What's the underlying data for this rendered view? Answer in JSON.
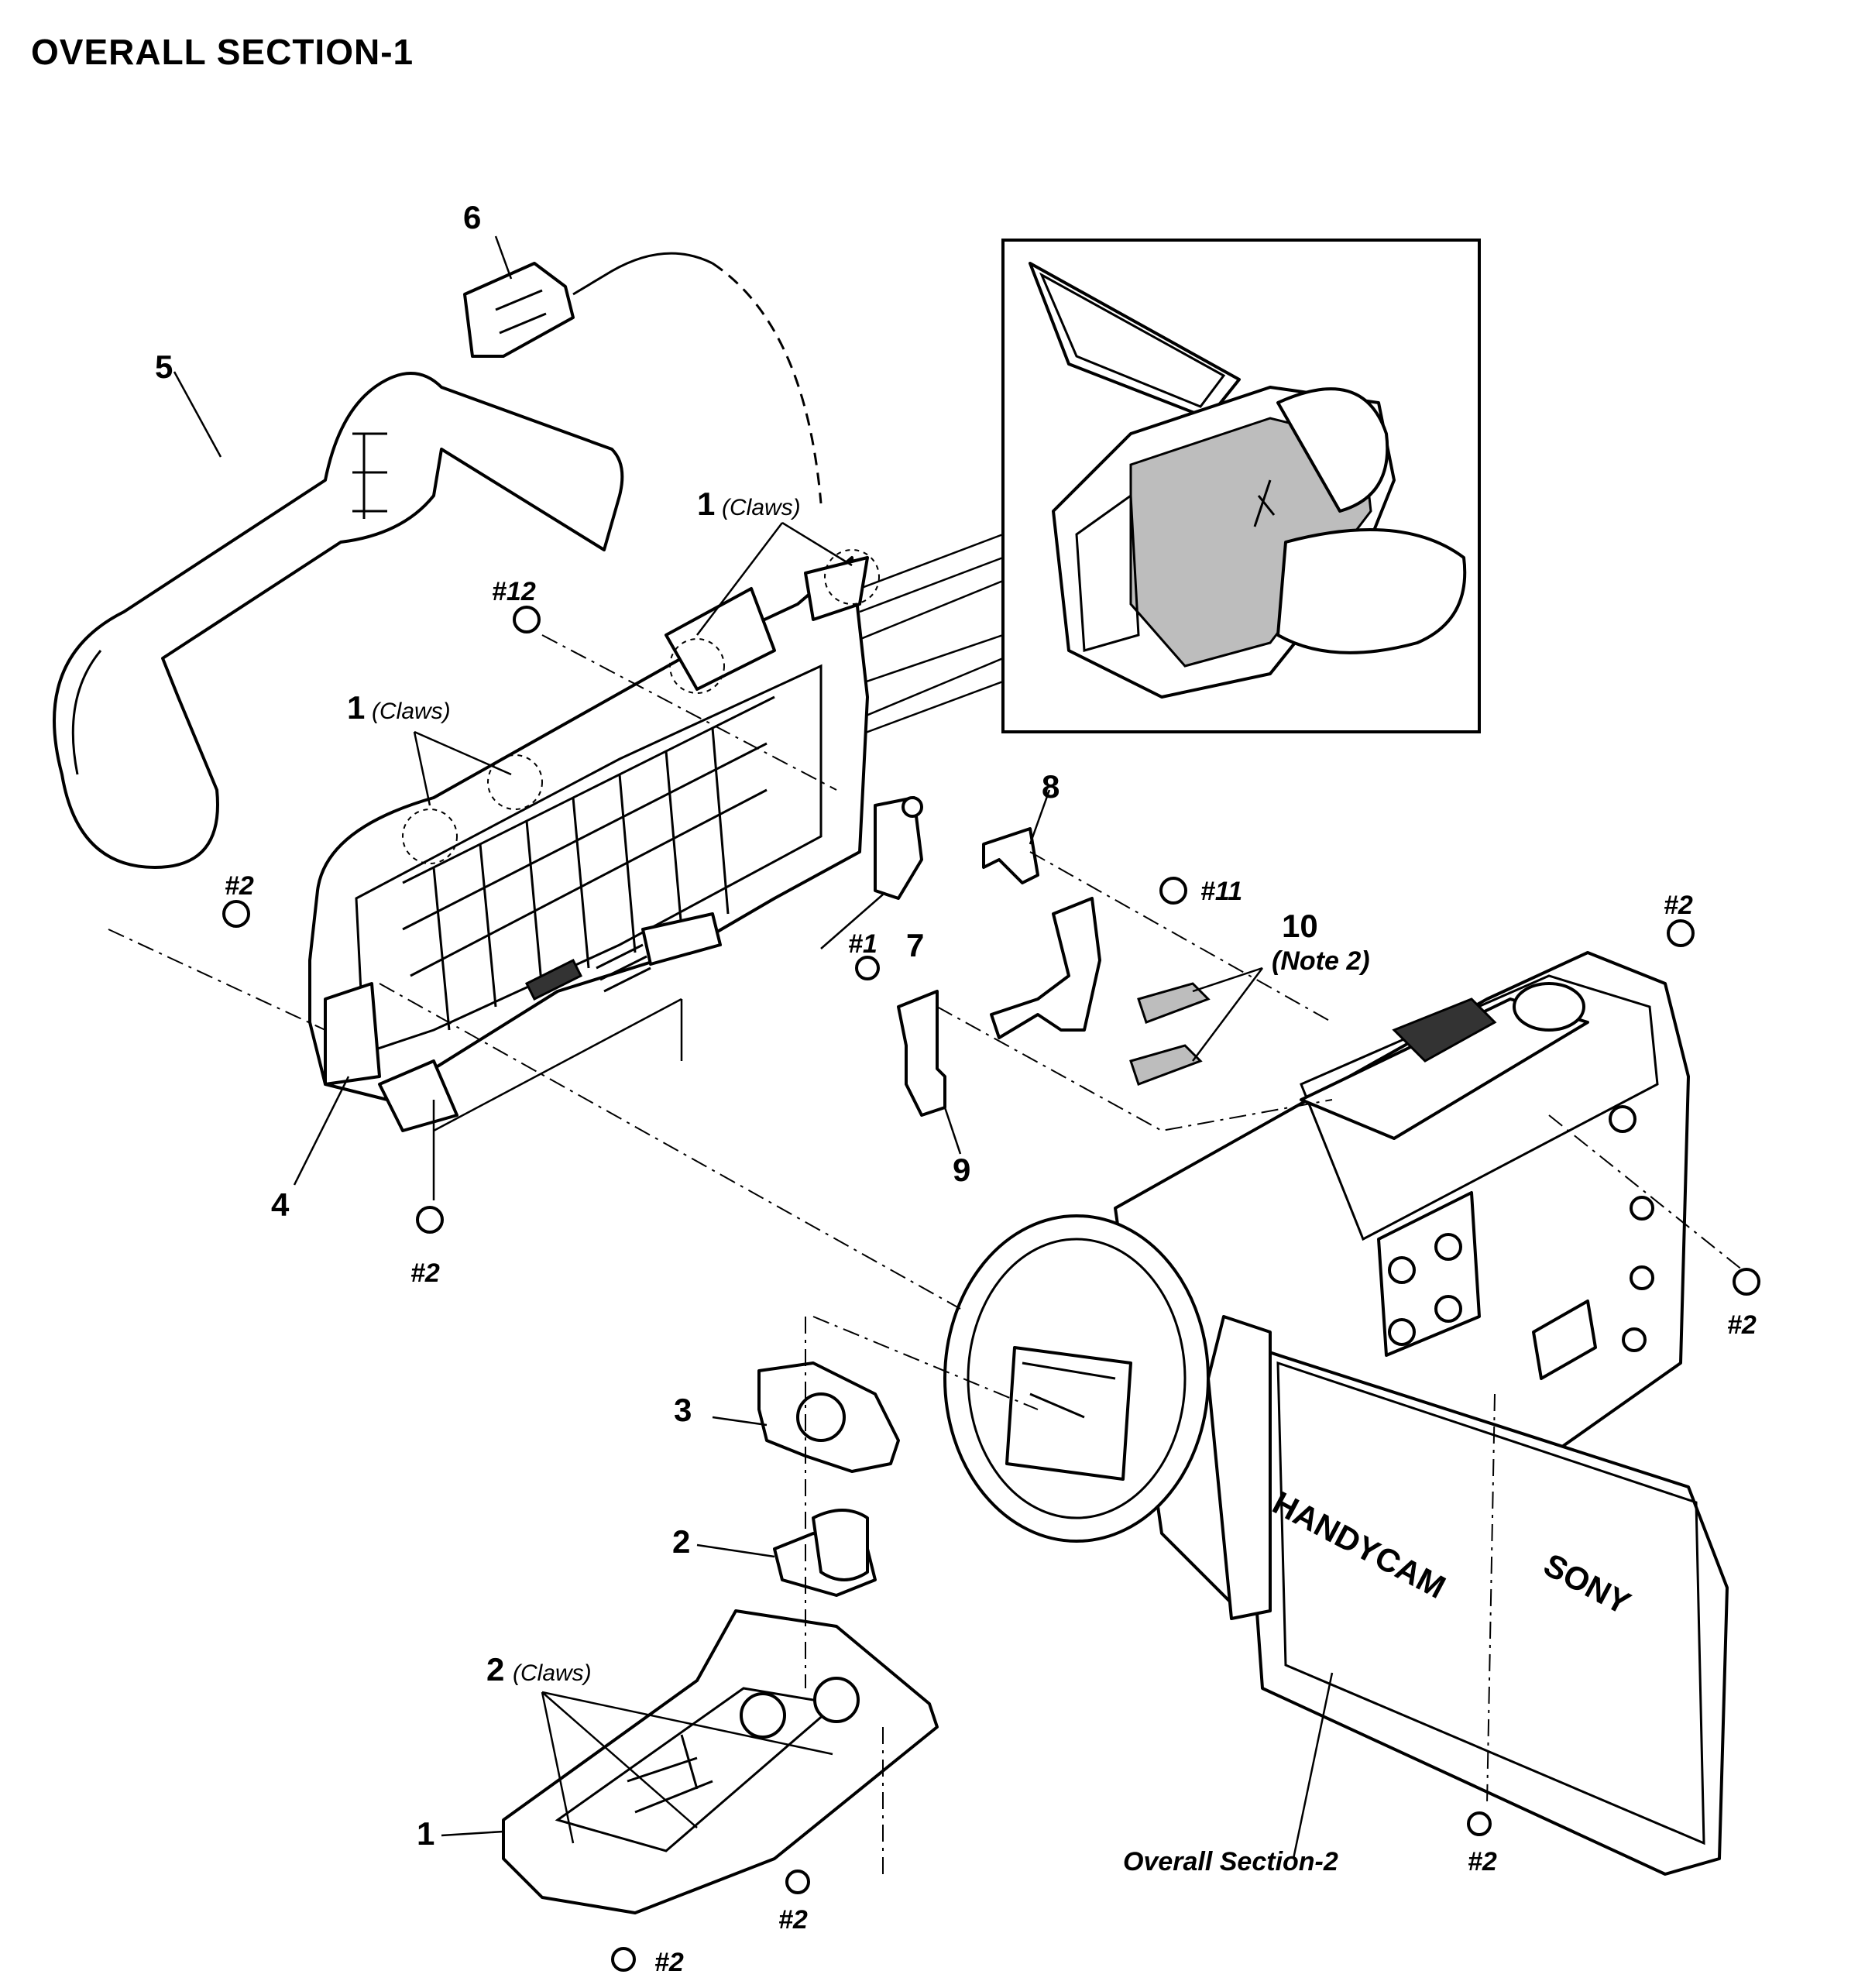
{
  "title": "OVERALL SECTION-1",
  "callouts": {
    "p1": "1",
    "p2": "2",
    "p3": "3",
    "p4": "4",
    "p5": "5",
    "p6": "6",
    "p7": "7",
    "p8": "8",
    "p9": "9",
    "p10": "10",
    "claws": "(Claws)",
    "note2": "(Note 2)",
    "s1": "#1",
    "s2": "#2",
    "s11": "#11",
    "s12": "#12",
    "overall2": "Overall Section-2"
  },
  "brand": {
    "sony": "SONY",
    "handycam": "HANDYCAM"
  }
}
